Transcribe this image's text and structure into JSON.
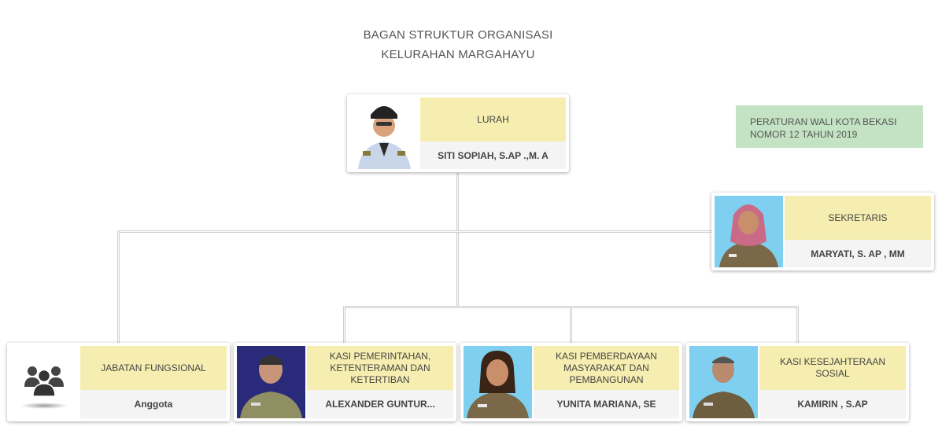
{
  "header": {
    "title_line1": "BAGAN STRUKTUR ORGANISASI",
    "title_line2": "KELURAHAN MARGAHAYU"
  },
  "note": {
    "line1": "PERATURAN WALI KOTA BEKASI",
    "line2": "NOMOR 12 TAHUN 2019"
  },
  "colors": {
    "role_bg": "#f6eeb0",
    "name_bg": "#f4f4f4",
    "note_bg": "#c4e3c4",
    "connector": "#d0d0d0"
  },
  "nodes": {
    "lurah": {
      "role": "LURAH",
      "name": "SITI SOPIAH, S.AP .,M. A",
      "photo": "woman-official-photo"
    },
    "sekretaris": {
      "role": "SEKRETARIS",
      "name": "MARYATI, S. AP , MM",
      "photo": "woman-hijab-photo"
    },
    "fungsional": {
      "role": "JABATAN FUNGSIONAL",
      "name": "Anggota",
      "photo": "group-icon"
    },
    "kasi_pemerintahan": {
      "role": "KASI PEMERINTAHAN, KETENTERAMAN DAN KETERTIBAN",
      "name": "ALEXANDER GUNTUR...",
      "photo": "man-uniform-photo"
    },
    "kasi_pemberdayaan": {
      "role": "KASI PEMBERDAYAAN MASYARAKAT DAN PEMBANGUNAN",
      "name": "YUNITA MARIANA, SE",
      "photo": "woman-uniform-photo"
    },
    "kasi_kesejahteraan": {
      "role": "KASI KESEJAHTERAAN SOSIAL",
      "name": "KAMIRIN , S.AP",
      "photo": "man-uniform-photo"
    }
  }
}
